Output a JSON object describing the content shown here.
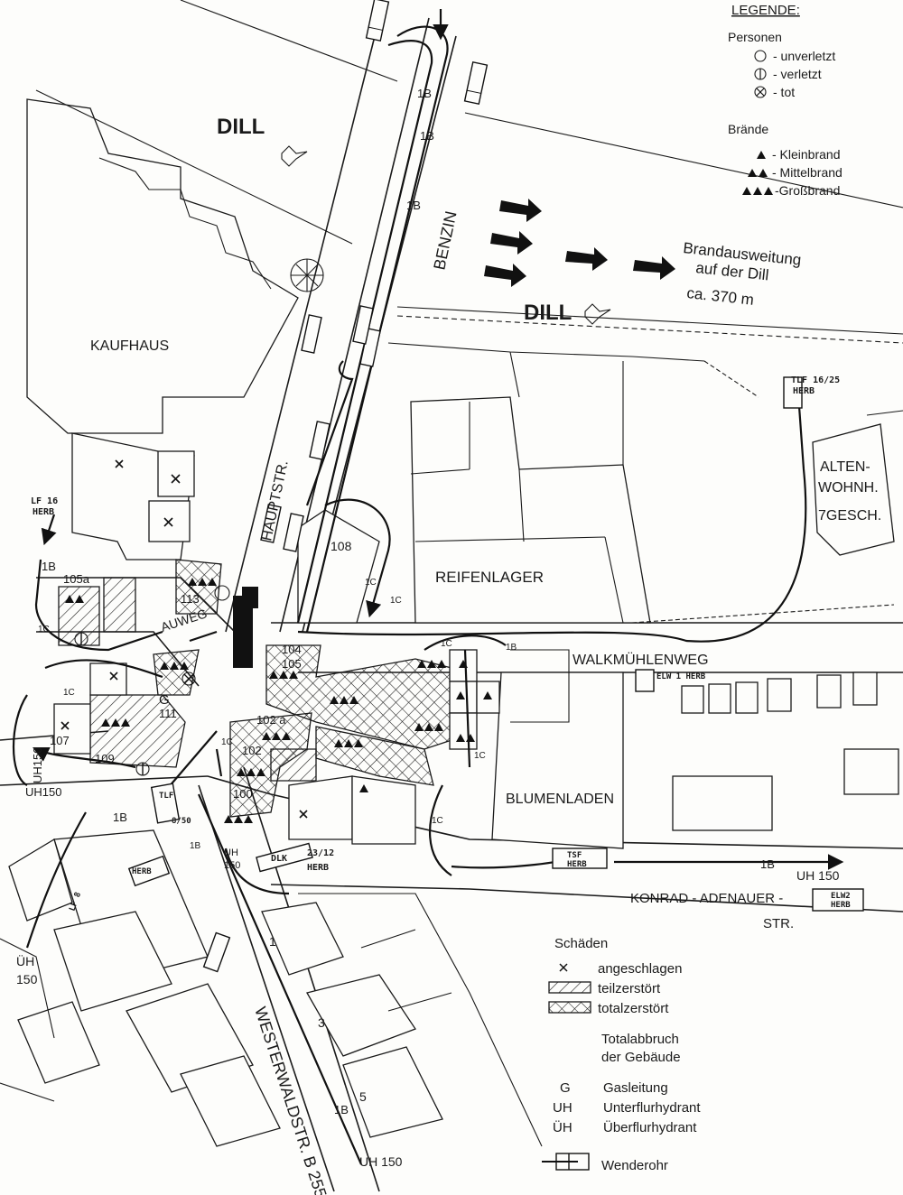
{
  "legend": {
    "title": "LEGENDE:",
    "persons_heading": "Personen",
    "persons": [
      {
        "symbol": "unhurt-circle",
        "label": "- unverletzt"
      },
      {
        "symbol": "injured-circle",
        "label": "- verletzt"
      },
      {
        "symbol": "dead-circle",
        "label": "- tot"
      }
    ],
    "fires_heading": "Brände",
    "fires": [
      {
        "count": 1,
        "label": "- Kleinbrand"
      },
      {
        "count": 2,
        "label": "- Mittelbrand"
      },
      {
        "count": 3,
        "label": "-Großbrand"
      }
    ]
  },
  "map_labels": {
    "dill_top": "DILL",
    "dill_mid": "DILL",
    "benzin": "BENZIN",
    "brand_line1": "Brandausweitung",
    "brand_line2": "auf der Dill",
    "brand_line3": "ca.  370  m",
    "kaufhaus": "KAUFHAUS",
    "hauptstr": "HAUPTSTR.",
    "reifenlager": "REIFENLAGER",
    "walkmuehlenweg": "WALKMÜHLENWEG",
    "blumenladen": "BLUMENLADEN",
    "altenwohnh_1": "ALTEN-",
    "altenwohnh_2": "WOHNH.",
    "altenwohnh_3": "7GESCH.",
    "konrad_1": "KONRAD - ADENAUER -",
    "konrad_2": "STR.",
    "westerwald": "WESTERWALDSTR. B 255",
    "auweg": "AUWEG"
  },
  "building_numbers": {
    "b108": "108",
    "b105a": "105a",
    "b113": "113",
    "b111": "111",
    "b107": "107",
    "b109": "109",
    "b104": "104",
    "b105": "105",
    "b102a": "102 a",
    "b102": "102",
    "b100": "100",
    "b1": "1",
    "b3": "3",
    "b5": "5",
    "g_mark": "G"
  },
  "hydrants": {
    "uh150_right": "UH 150",
    "uh150_left_a": "UH150",
    "uh150_left_b": "UH150",
    "uh150_bottom": "UH 150",
    "uh150_small": "UH",
    "uh150_small2": "150",
    "ueh_left": "ÜH",
    "ueh_left2": "150"
  },
  "hoses": {
    "b_labels": [
      "1B",
      "1B",
      "1B",
      "1B",
      "1B",
      "1B",
      "1B"
    ],
    "c_labels": [
      "1C",
      "1C",
      "1C",
      "1C",
      "1C",
      "1C",
      "1C",
      "1C"
    ],
    "d_labels": [
      "1B",
      "1B"
    ]
  },
  "vehicles": {
    "tlf_top": "TLF 16/25",
    "tlf_top_unit": "HERB",
    "lf16": "LF 16",
    "lf16_unit": "HERB",
    "elw": "ELW 1 HERB",
    "tsf": "TSF",
    "tsf_unit": "HERB",
    "elw2": "ELW2",
    "elw2_unit": "HERB",
    "dlk": "DLK",
    "dlk_num": "23/12",
    "dlk_unit": "HERB",
    "tlf_small": "TLF",
    "tlf_small_num": "8/50",
    "lf_left": "LF 8",
    "lf_left_unit": "HERB"
  },
  "damage_legend": {
    "heading": "Schäden",
    "items": [
      {
        "symbol": "x",
        "label": "angeschlagen"
      },
      {
        "symbol": "diag-hatch",
        "label": "teilzerstört"
      },
      {
        "symbol": "cross-hatch",
        "label": "totalzerstört"
      }
    ],
    "total_1": "Totalabbruch",
    "total_2": "der Gebäude",
    "abbr": [
      {
        "key": "G",
        "label": "Gasleitung"
      },
      {
        "key": "UH",
        "label": "Unterflurhydrant"
      },
      {
        "key": "ÜH",
        "label": "Überflurhydrant"
      }
    ],
    "wenderohr": "Wenderohr"
  }
}
